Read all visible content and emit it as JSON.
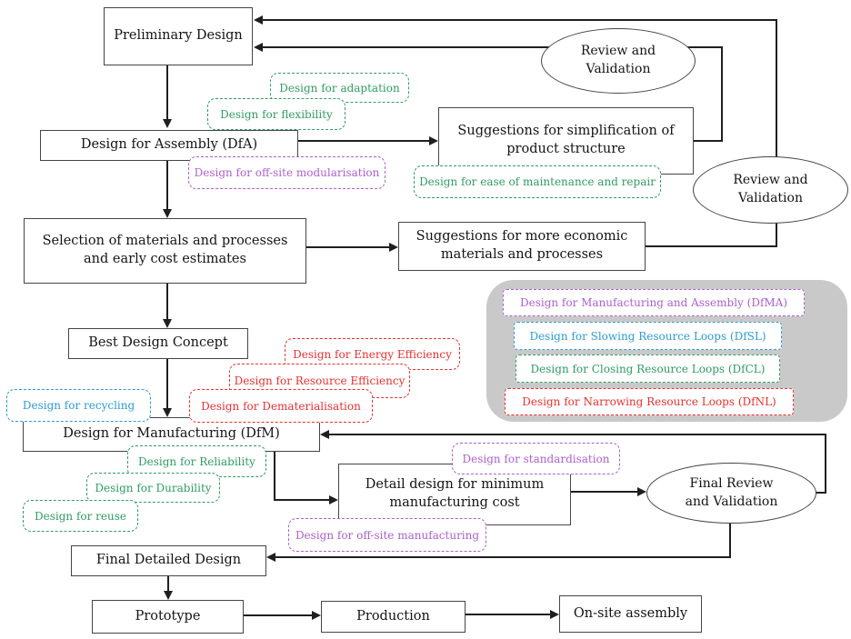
{
  "flow_nodes": {
    "preliminary_design": "Preliminary Design",
    "design_for_assembly": "Design for Assembly (DfA)",
    "suggestions_simplification": "Suggestions for simplification of product structure",
    "selection_materials": "Selection of materials and processes and early cost estimates",
    "suggestions_economic": "Suggestions for more economic materials and processes",
    "best_design_concept": "Best Design Concept",
    "design_for_manufacturing": "Design for Manufacturing (DfM)",
    "detail_design": "Detail design for minimum manufacturing cost",
    "final_detailed_design": "Final Detailed Design",
    "prototype": "Prototype",
    "production": "Production",
    "onsite_assembly": "On-site assembly"
  },
  "review_ellipses": {
    "review_validation_top": "Review and Validation",
    "review_validation_right": "Review and Validation",
    "final_review": "Final Review and Validation"
  },
  "annotations": {
    "adaptation": "Design for adaptation",
    "flexibility": "Design for flexibility",
    "offsite_modularisation": "Design for off-site modularisation",
    "maintenance_repair": "Design for ease of maintenance and repair",
    "energy_efficiency": "Design for Energy Efficiency",
    "resource_efficiency": "Design for Resource Efficiency",
    "dematerialisation": "Design for Dematerialisation",
    "recycling": "Design for recycling",
    "reliability": "Design for Reliability",
    "durability": "Design for Durability",
    "reuse": "Design for reuse",
    "standardisation": "Design for standardisation",
    "offsite_manufacturing": "Design for off-site manufacturing"
  },
  "legend": {
    "items": [
      {
        "label": "Design for Manufacturing and Assembly (DfMA)",
        "color_key": "purple"
      },
      {
        "label": "Design for Slowing Resource Loops (DfSL)",
        "color_key": "blue"
      },
      {
        "label": "Design for Closing Resource Loops (DfCL)",
        "color_key": "green"
      },
      {
        "label": "Design for Narrowing Resource Loops (DfNL)",
        "color_key": "red"
      }
    ]
  },
  "colors": {
    "green": "#2f9c63",
    "blue": "#2d9bd4",
    "purple": "#ad5fd0",
    "red": "#e83030",
    "legend-bg": "#c9c9c9",
    "line": "#1f1f1f",
    "box-border": "#454545"
  }
}
